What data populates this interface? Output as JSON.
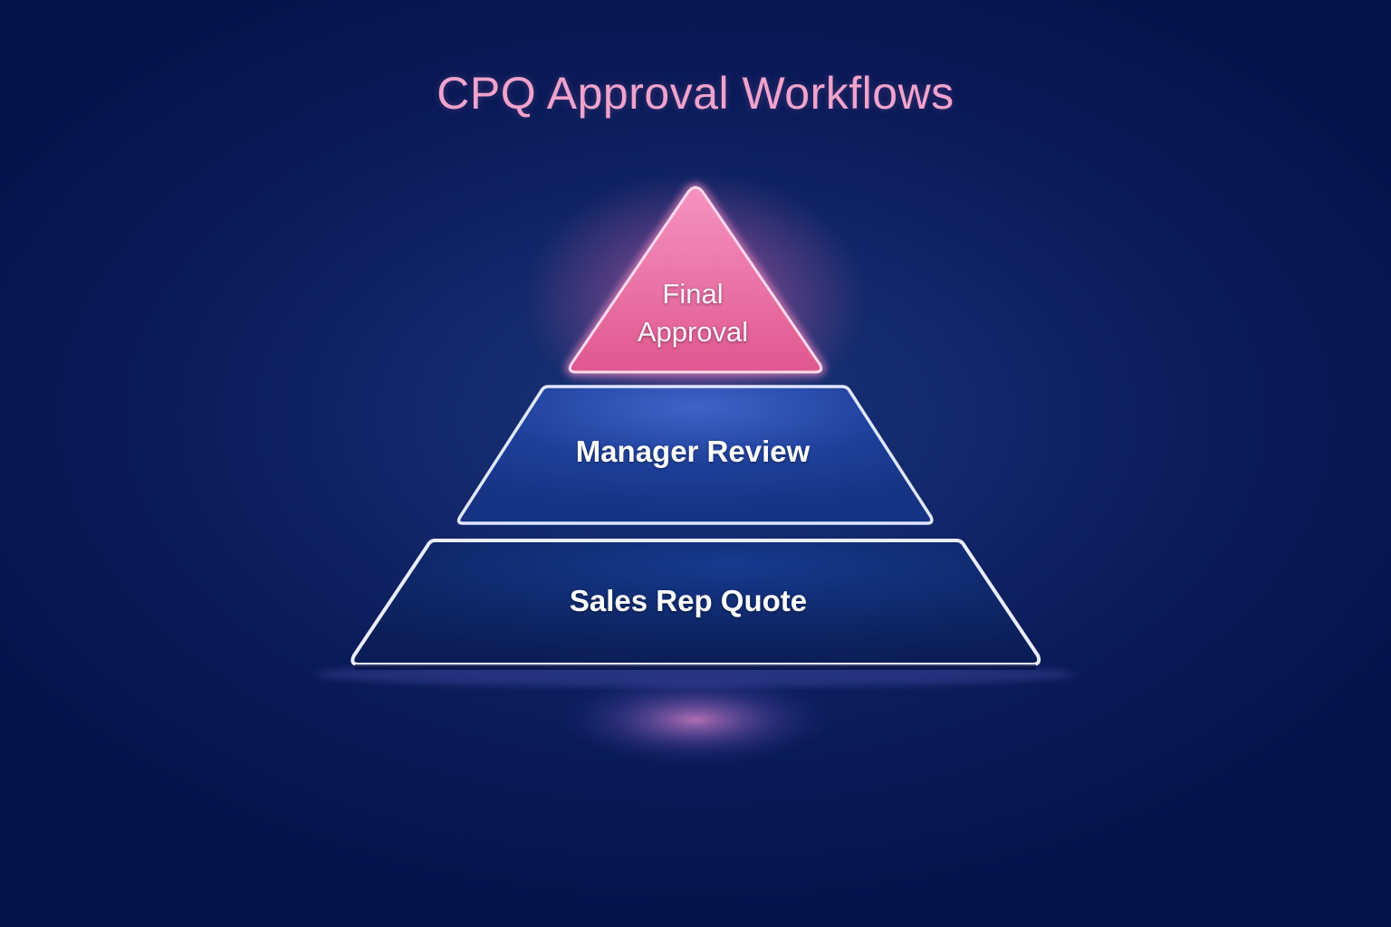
{
  "title": "CPQ Approval Workflows",
  "colors": {
    "background": "#0a1a58",
    "title": "#f0a3cc",
    "top_tier": "#e9679f",
    "middle_tier": "#1d3f99",
    "bottom_tier": "#0d2466",
    "outline": "#dfe6ff"
  },
  "pyramid": {
    "tiers": [
      {
        "label_line1": "Final",
        "label_line2": "Approval",
        "level": "top"
      },
      {
        "label": "Manager Review",
        "level": "middle"
      },
      {
        "label": "Sales Rep Quote",
        "level": "bottom"
      }
    ]
  }
}
